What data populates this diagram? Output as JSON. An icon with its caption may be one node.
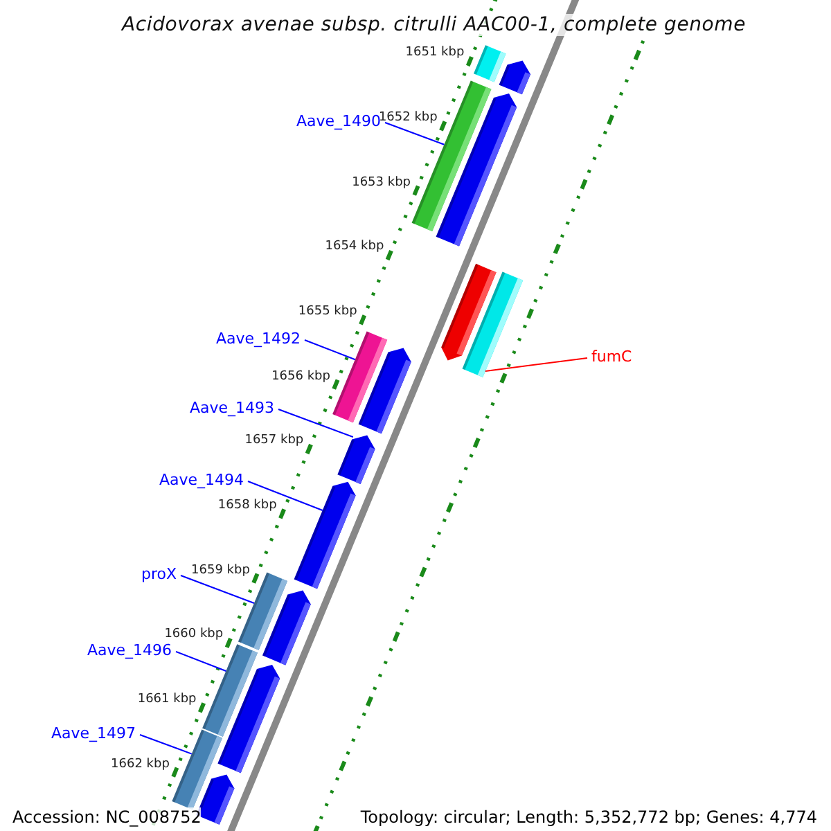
{
  "diagram": {
    "title": "Acidovorax avenae subsp. citrulli AAC00-1, complete genome",
    "nodes": [
      {
        "text": [
          "Aave_1490"
        ]
      },
      {
        "text": [
          "Aave_1492"
        ]
      },
      {
        "text": [
          "fumC"
        ]
      },
      {
        "text": [
          "Aave_1493"
        ]
      },
      {
        "text": [
          "Aave_1494"
        ]
      },
      {
        "text": [
          "proX"
        ]
      },
      {
        "text": [
          "Aave_1496"
        ]
      },
      {
        "text": [
          "Aave_1497"
        ]
      },
      {
        "text": [],
        "shape": "bar"
      },
      {
        "text": [],
        "shape": "pentagon"
      },
      {
        "text": [],
        "shape": "bar"
      },
      {
        "text": [],
        "shape": "pentagon"
      },
      {
        "text": [],
        "shape": "pentagon"
      },
      {
        "text": [],
        "shape": "bar"
      },
      {
        "text": [],
        "shape": "bar"
      },
      {
        "text": [],
        "shape": "pentagon"
      },
      {
        "text": [],
        "shape": "pentagon"
      },
      {
        "text": [],
        "shape": "pentagon"
      },
      {
        "text": [],
        "shape": "bar"
      },
      {
        "text": [],
        "shape": "pentagon"
      },
      {
        "text": [],
        "shape": "bar"
      },
      {
        "text": [],
        "shape": "pentagon"
      },
      {
        "text": [],
        "shape": "bar"
      },
      {
        "text": [],
        "shape": "pentagon"
      }
    ],
    "edges": [
      {
        "from": 0,
        "to": 10,
        "arrow": "none"
      },
      {
        "from": 1,
        "to": 14,
        "arrow": "none"
      },
      {
        "from": 2,
        "to": 13,
        "arrow": "none",
        "color": "#ff0000"
      },
      {
        "from": 3,
        "to": 16,
        "arrow": "none"
      },
      {
        "from": 4,
        "to": 17,
        "arrow": "none"
      },
      {
        "from": 5,
        "to": 18,
        "arrow": "none"
      },
      {
        "from": 6,
        "to": 20,
        "arrow": "none"
      },
      {
        "from": 7,
        "to": 22,
        "arrow": "none"
      }
    ],
    "labels": [
      "1651 kbp",
      "1652 kbp",
      "1653 kbp",
      "1654 kbp",
      "1655 kbp",
      "1656 kbp",
      "1657 kbp",
      "1658 kbp",
      "1659 kbp",
      "1660 kbp",
      "1661 kbp",
      "1662 kbp",
      "Accession: NC_008752",
      "Topology: circular; Length: 5,352,772 bp; Genes: 4,774"
    ]
  }
}
